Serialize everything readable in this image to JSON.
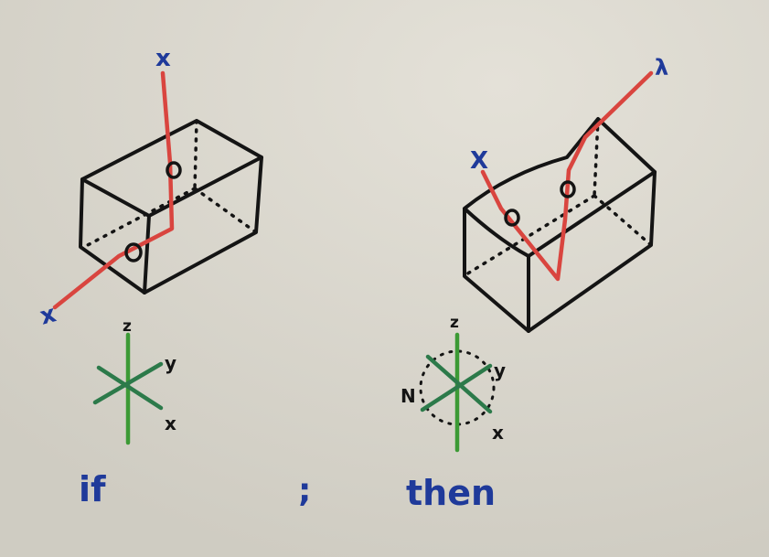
{
  "colors": {
    "board": "#d9d6cc",
    "black_ink": "#141414",
    "red_ink": "#d9453f",
    "green_ink": "#3c9a35",
    "blue_ink": "#1f3a9a"
  },
  "left_panel": {
    "ray_end_top": "x",
    "ray_end_bottom": "x",
    "axes": {
      "z": "z",
      "y": "y",
      "x": "x"
    },
    "caption": "if"
  },
  "middle": {
    "separator": ";"
  },
  "right_panel": {
    "ray_end_top": "λ",
    "ray_end_left": "X",
    "axes": {
      "z": "z",
      "y": "y",
      "x": "x",
      "n": "N"
    },
    "caption": "then"
  }
}
